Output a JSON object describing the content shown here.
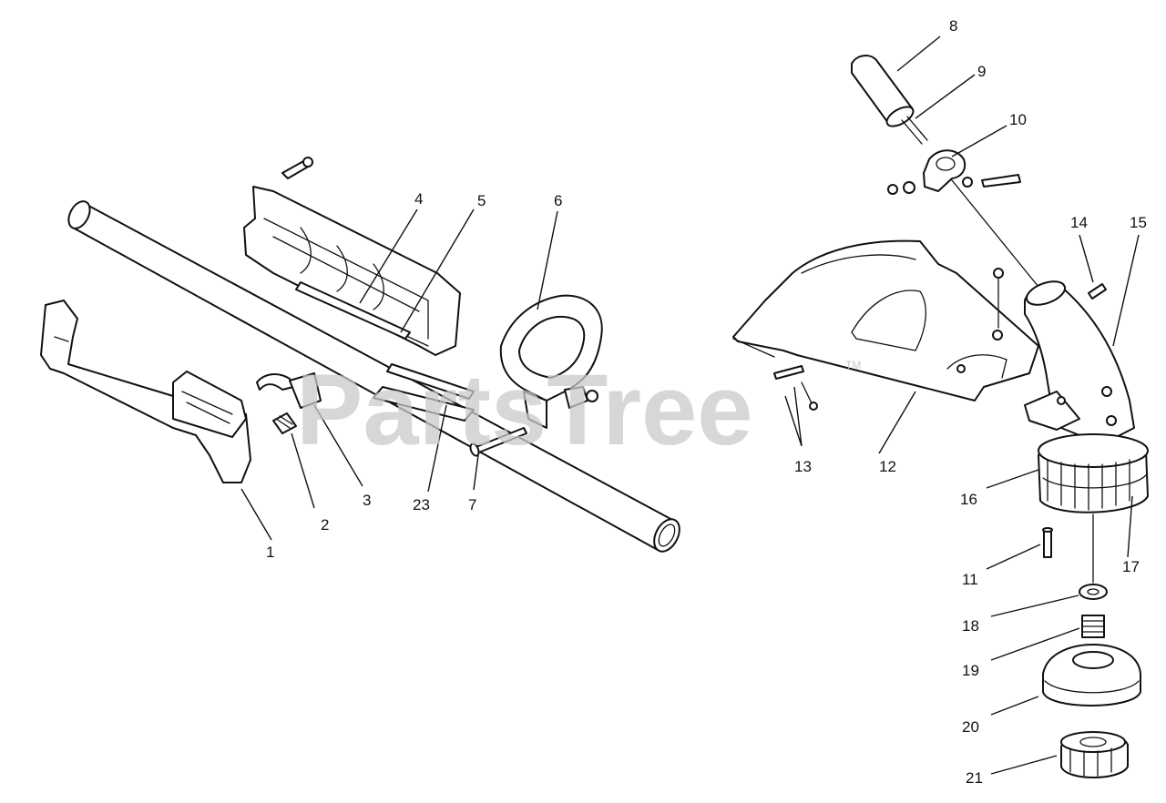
{
  "watermark": {
    "text": "PartsTree",
    "trademark": "TM"
  },
  "labels": {
    "p1": "1",
    "p2": "2",
    "p3": "3",
    "p4": "4",
    "p5": "5",
    "p6": "6",
    "p7": "7",
    "p8": "8",
    "p9": "9",
    "p10": "10",
    "p11": "11",
    "p12": "12",
    "p13": "13",
    "p14": "14",
    "p15": "15",
    "p16": "16",
    "p17": "17",
    "p18": "18",
    "p19": "19",
    "p20": "20",
    "p21": "21",
    "p23": "23"
  }
}
